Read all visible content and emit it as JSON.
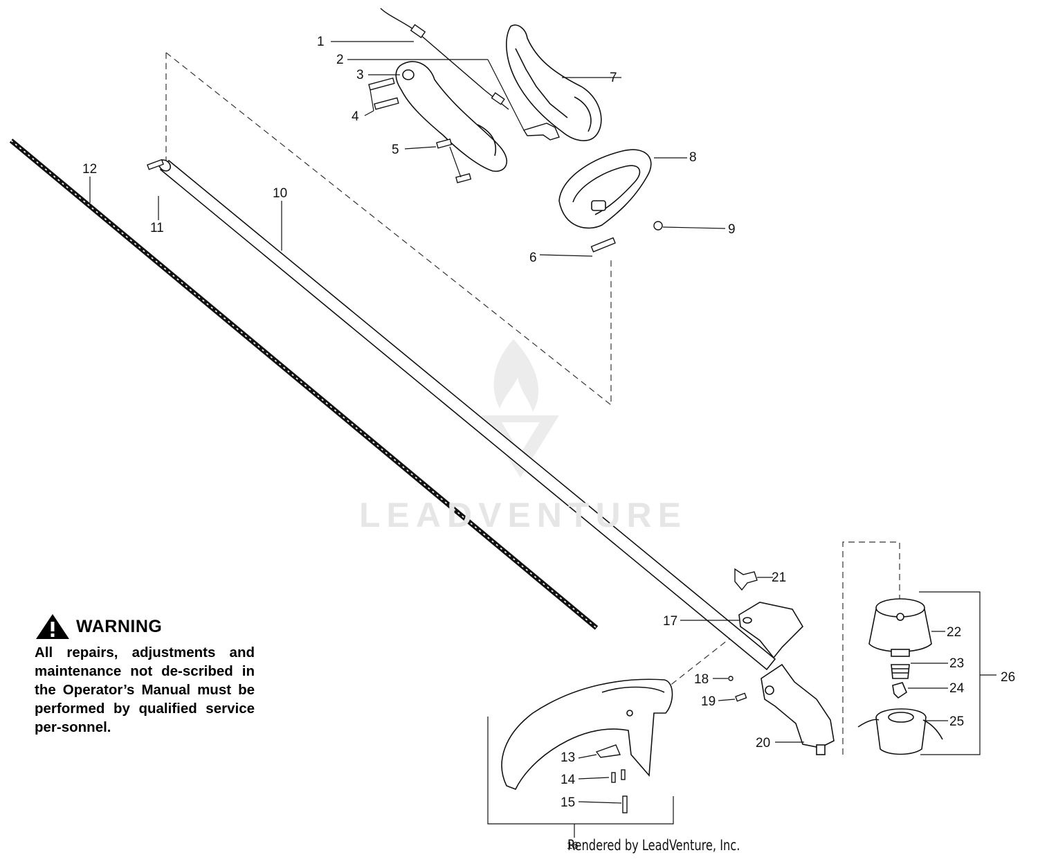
{
  "callouts": {
    "c1": "1",
    "c2": "2",
    "c3": "3",
    "c4": "4",
    "c5": "5",
    "c6": "6",
    "c7": "7",
    "c8": "8",
    "c9": "9",
    "c10": "10",
    "c11": "11",
    "c12": "12",
    "c13": "13",
    "c14": "14",
    "c15": "15",
    "c16": "16",
    "c17": "17",
    "c18": "18",
    "c19": "19",
    "c20": "20",
    "c21": "21",
    "c22": "22",
    "c23": "23",
    "c24": "24",
    "c25": "25",
    "c26": "26"
  },
  "warning": {
    "title": "WARNING",
    "body": "All repairs, adjustments and maintenance not de-scribed in the Operator’s Manual must be performed by qualified service per-sonnel."
  },
  "watermark": {
    "text": "LEADVENTURE"
  },
  "footer": {
    "text": "Rendered by LeadVenture, Inc."
  },
  "colors": {
    "line": "#111111",
    "watermark": "#e6e6e6"
  }
}
